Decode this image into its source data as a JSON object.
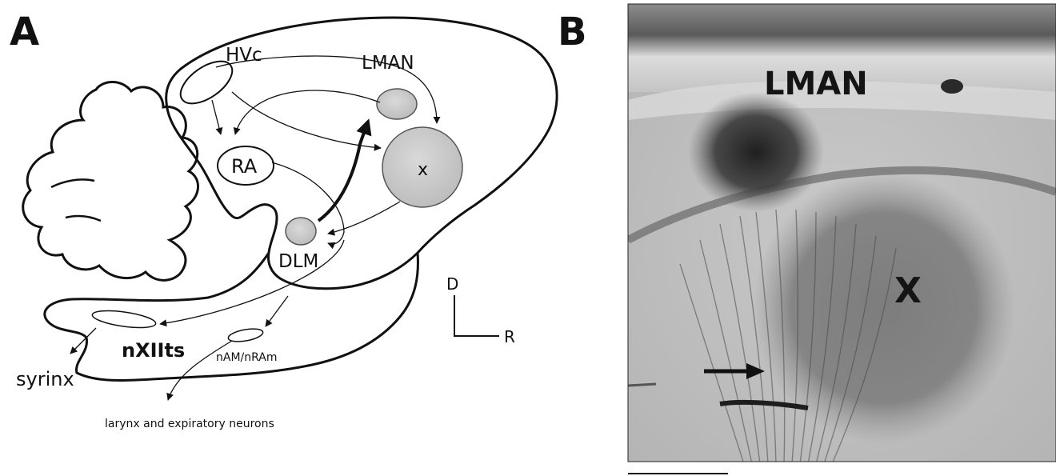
{
  "panel_a": {
    "letter": "A",
    "nuclei": {
      "hvc": "HVc",
      "lman": "LMAN",
      "ra": "RA",
      "x": "x",
      "dlm": "DLM",
      "nxiits": "nXIIts",
      "nam_nram": "nAM/nRAm"
    },
    "outputs": {
      "syrinx": "syrinx",
      "larynx": "larynx and expiratory neurons"
    },
    "axes": {
      "dorsal": "D",
      "rostral": "R"
    }
  },
  "panel_b": {
    "letter": "B",
    "labels": {
      "lman": "LMAN",
      "x": "X"
    }
  },
  "colors": {
    "nucleus_fill": "#cfcfcf",
    "line": "#111111",
    "background": "#ffffff"
  }
}
